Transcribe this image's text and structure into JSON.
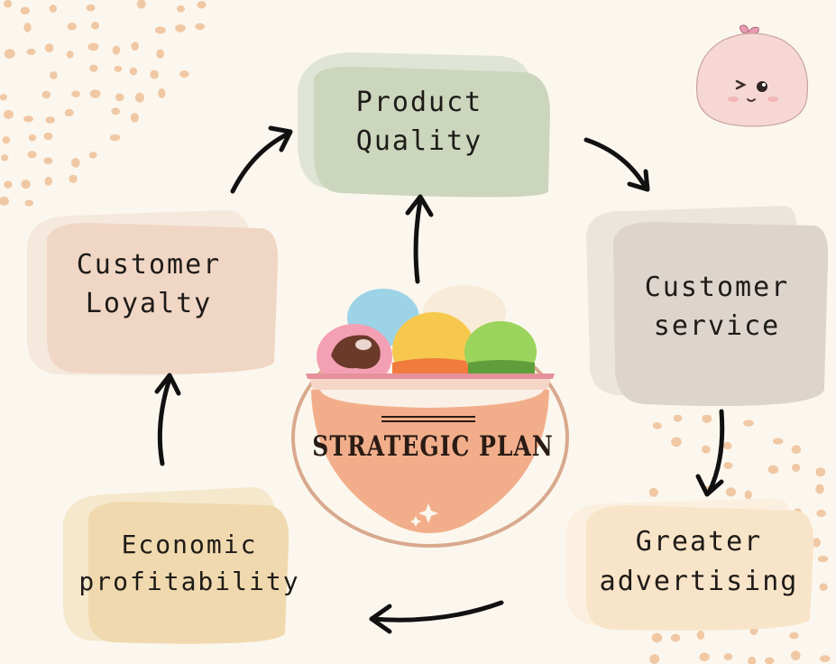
{
  "center": {
    "title": "STRATEGIC PLAN"
  },
  "nodes": [
    {
      "id": "product-quality",
      "lines": [
        "Product",
        "Quality"
      ]
    },
    {
      "id": "customer-service",
      "lines": [
        "Customer",
        "service"
      ]
    },
    {
      "id": "greater-advertising",
      "lines": [
        "Greater",
        "advertising"
      ]
    },
    {
      "id": "economic-profitability",
      "lines": [
        "Economic",
        "profitability"
      ]
    },
    {
      "id": "customer-loyalty",
      "lines": [
        "Customer",
        "Loyalty"
      ]
    }
  ],
  "colors": {
    "background": "#fbf7ee",
    "product_quality": "#ccd6bd",
    "customer_service": "#ddd5cd",
    "greater_advertising": "#f8e4c8",
    "economic_profitability": "#f0d9ae",
    "customer_loyalty": "#f0d6c4",
    "bowl": "#f2ae8b",
    "dots": "#eebf96",
    "arrow": "#111111"
  }
}
